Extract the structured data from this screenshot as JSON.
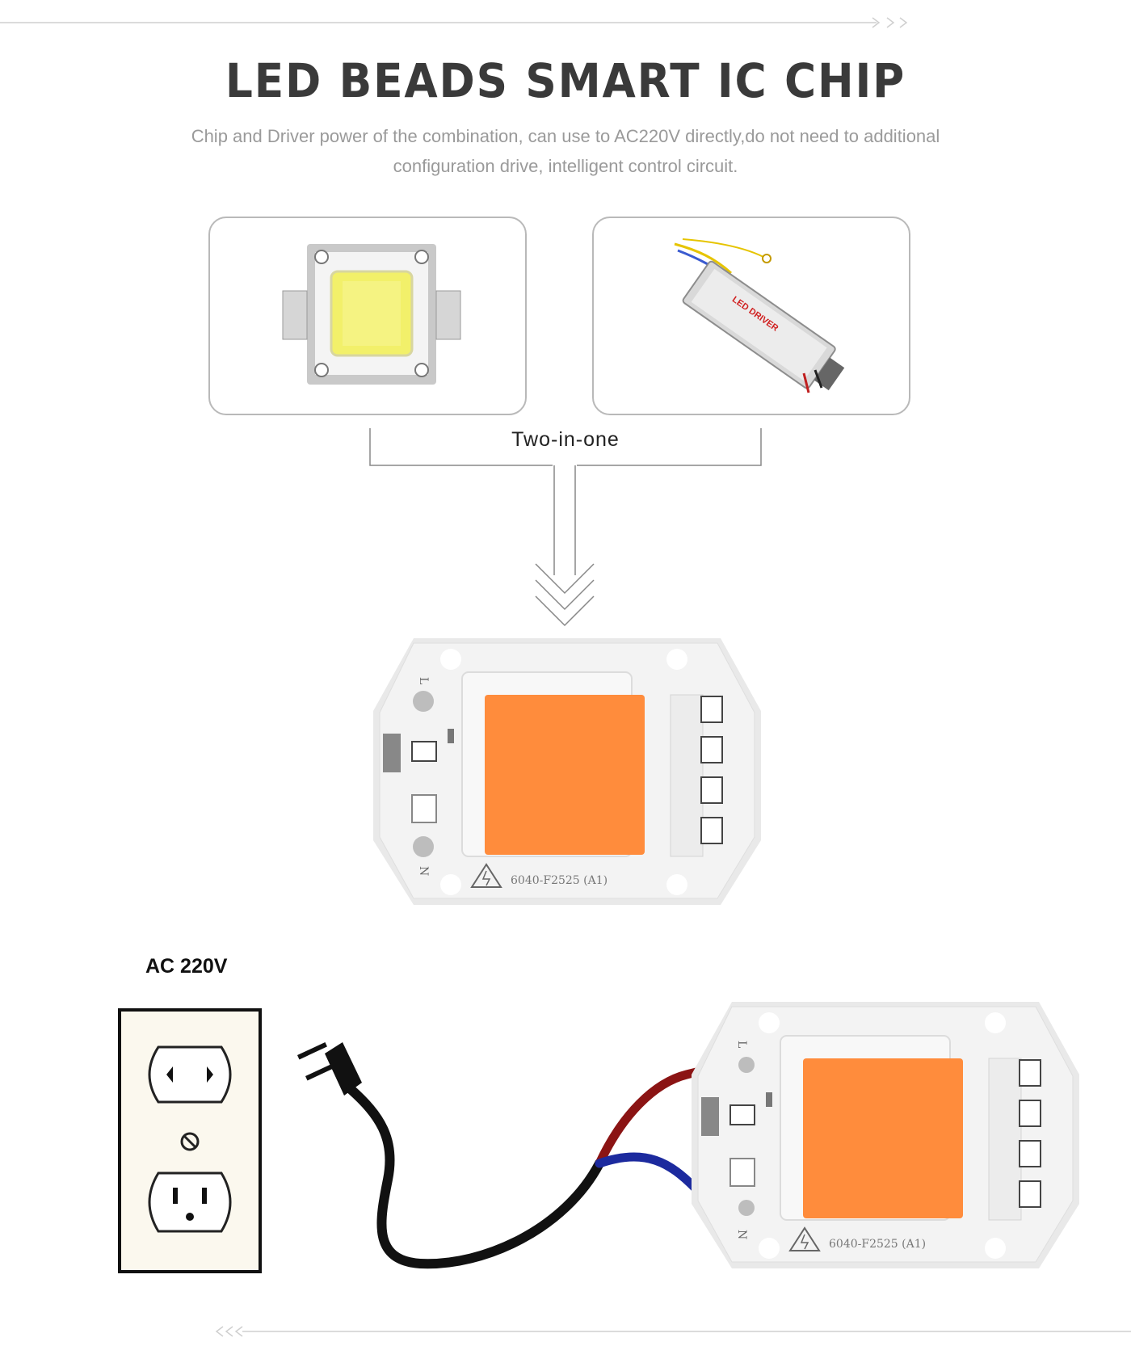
{
  "header": {
    "title": "LED BEADS SMART IC CHIP",
    "subtitle_line1": "Chip and Driver power of the combination, can use to AC220V directly,do not need to additional",
    "subtitle_line2": "configuration drive, intelligent control circuit."
  },
  "diagram": {
    "merge_label": "Two-in-one",
    "driver_label": "LED DRIVER",
    "chip_code": "6040-F2525 (A1)",
    "terminal_l": "L",
    "terminal_n": "N",
    "power_label": "AC 220V"
  },
  "colors": {
    "chip_emitter": "#ff8c3c",
    "cob_emitter": "#f2f06a",
    "wire_live": "#8b1414",
    "wire_neutral": "#1c2a9e",
    "cable": "#111111",
    "outlet_plate": "#fbf8ee"
  },
  "icons": [
    "top-arrow-divider-icon",
    "bottom-arrow-divider-icon",
    "merge-chevron-icon",
    "warning-icon",
    "power-plug-icon",
    "wall-outlet-icon"
  ]
}
